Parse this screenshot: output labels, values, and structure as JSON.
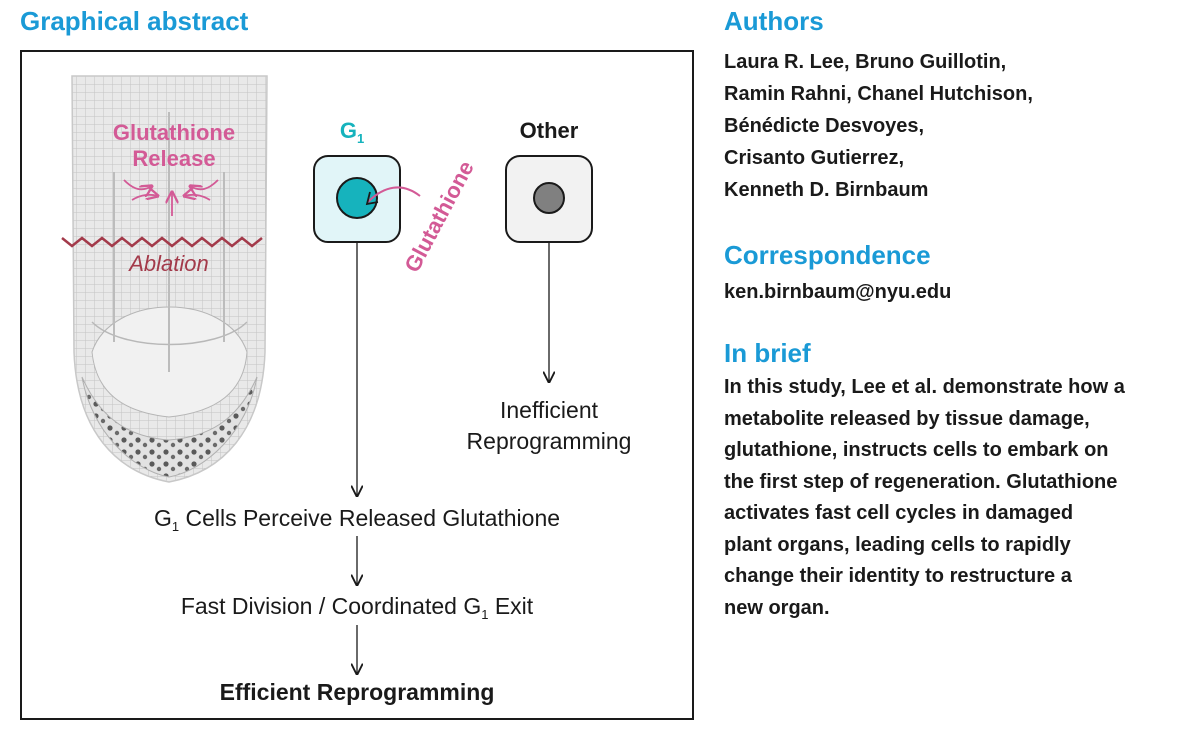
{
  "headings": {
    "graphical_abstract": "Graphical abstract",
    "authors": "Authors",
    "correspondence": "Correspondence",
    "in_brief": "In brief"
  },
  "authors_lines": [
    "Laura R. Lee, Bruno Guillotin,",
    "Ramin Rahni, Chanel Hutchison,",
    "Bénédicte Desvoyes,",
    "Crisanto Gutierrez,",
    "Kenneth D. Birnbaum"
  ],
  "correspondence_email": "ken.birnbaum@nyu.edu",
  "in_brief_lines": [
    "In this study, Lee et al. demonstrate how a",
    "metabolite released by tissue damage,",
    "glutathione, instructs cells to embark on",
    "the first step of regeneration. Glutathione",
    "activates fast cell cycles in damaged",
    "plant organs, leading cells to rapidly",
    "change their identity to restructure a",
    "new organ."
  ],
  "diagram": {
    "glutathione_release_line1": "Glutathione",
    "glutathione_release_line2": "Release",
    "ablation": "Ablation",
    "g1_label": "G",
    "g1_sub": "1",
    "other_label": "Other",
    "glutathione_arrow_label": "Glutathione",
    "inefficient_line1": "Inefficient",
    "inefficient_line2": "Reprogramming",
    "step1_prefix": "G",
    "step1_sub": "1",
    "step1_rest": " Cells Perceive Released Glutathione",
    "step2_prefix": "Fast Division / Coordinated G",
    "step2_sub": "1",
    "step2_rest": " Exit",
    "final": "Efficient Reprogramming"
  },
  "colors": {
    "heading": "#1a9ad6",
    "pink": "#d35a96",
    "ablation": "#a33a4a",
    "g1_teal": "#16b3bd",
    "g1_cell_bg": "#e1f5f8",
    "other_cell_bg": "#f2f2f2",
    "other_nucleus": "#808080"
  }
}
